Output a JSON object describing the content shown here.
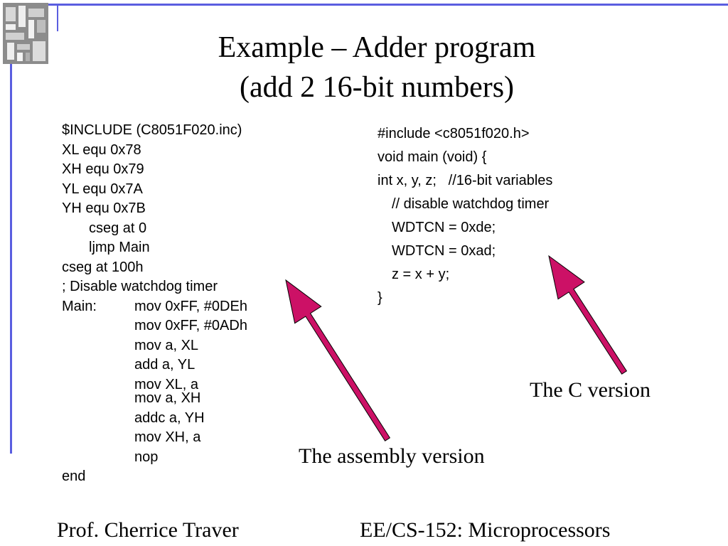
{
  "slide": {
    "title_line1": "Example – Adder program",
    "title_line2": "(add 2 16-bit numbers)",
    "accent_color": "#5a5ee0",
    "arrow_color": "#cc1166"
  },
  "assembly_code": [
    {
      "label": "",
      "text": "$INCLUDE (C8051F020.inc)",
      "indent": 0
    },
    {
      "label": "",
      "text": "XL equ 0x78",
      "indent": 0
    },
    {
      "label": "",
      "text": "XH equ 0x79",
      "indent": 0
    },
    {
      "label": "",
      "text": "YL equ 0x7A",
      "indent": 0
    },
    {
      "label": "",
      "text": "YH equ 0x7B",
      "indent": 0
    },
    {
      "label": "",
      "text": "cseg at 0",
      "indent": 1
    },
    {
      "label": "",
      "text": "ljmp Main",
      "indent": 1
    },
    {
      "label": "",
      "text": "cseg at 100h",
      "indent": 0
    },
    {
      "label": "",
      "text": "; Disable watchdog timer",
      "indent": 0
    },
    {
      "label": "Main:",
      "text": "mov 0xFF, #0DEh",
      "indent": 0
    },
    {
      "label": "",
      "text": "mov 0xFF, #0ADh",
      "indent": 2
    },
    {
      "label": "",
      "text": "mov a, XL",
      "indent": 2
    },
    {
      "label": "",
      "text": "add a, YL",
      "indent": 2
    },
    {
      "label": "",
      "text": "mov XL, a",
      "indent": 2
    },
    {
      "label": "",
      "text": "mov a, XH",
      "indent": 2
    },
    {
      "label": "",
      "text": "addc a, YH",
      "indent": 2
    },
    {
      "label": "",
      "text": "mov XH, a",
      "indent": 2
    },
    {
      "label": "",
      "text": "nop",
      "indent": 2
    },
    {
      "label": "",
      "text": "end",
      "indent": 0
    }
  ],
  "c_code": [
    {
      "text": "#include <c8051f020.h>",
      "indent": 0
    },
    {
      "text": "void main (void) {",
      "indent": 0
    },
    {
      "text": "int x, y, z;   //16-bit variables",
      "indent": 0
    },
    {
      "text": "// disable watchdog timer",
      "indent": 1
    },
    {
      "text": "WDTCN = 0xde;",
      "indent": 1
    },
    {
      "text": "WDTCN = 0xad;",
      "indent": 1
    },
    {
      "text": "z = x + y;",
      "indent": 1
    },
    {
      "text": "}",
      "indent": 0
    }
  ],
  "captions": {
    "c_version": "The C version",
    "assembly_version": "The assembly version"
  },
  "footer": {
    "author": "Prof. Cherrice Traver",
    "course": "EE/CS-152: Microprocessors"
  }
}
